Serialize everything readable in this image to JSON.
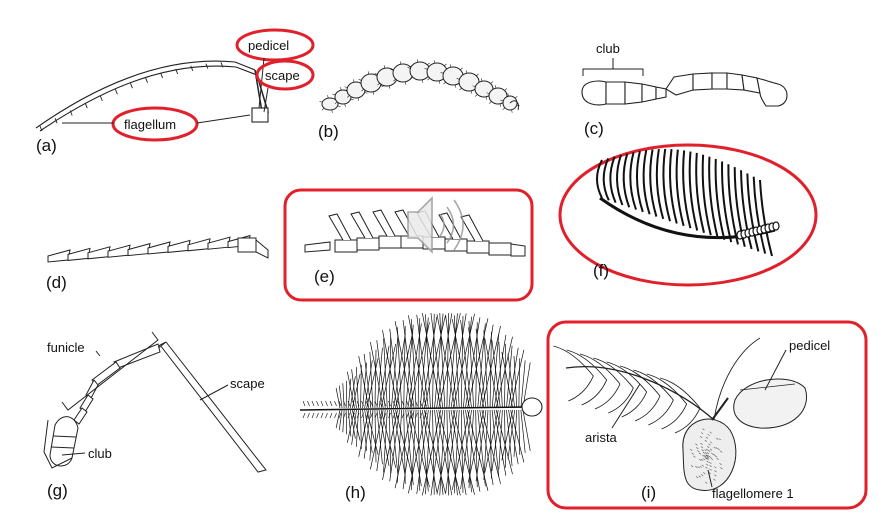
{
  "figure": {
    "panels": {
      "a": "(a)",
      "b": "(b)",
      "c": "(c)",
      "d": "(d)",
      "e": "(e)",
      "f": "(f)",
      "g": "(g)",
      "h": "(h)",
      "i": "(i)"
    },
    "labels": {
      "pedicel_a": "pedicel",
      "scape_a": "scape",
      "flagellum": "flagellum",
      "club_c": "club",
      "funicle": "funicle",
      "scape_g": "scape",
      "club_g": "club",
      "pedicel_i": "pedicel",
      "arista": "arista",
      "flagellomere": "flagellomere 1"
    },
    "highlight_color": "#e0202a",
    "ink_color": "#111111"
  }
}
